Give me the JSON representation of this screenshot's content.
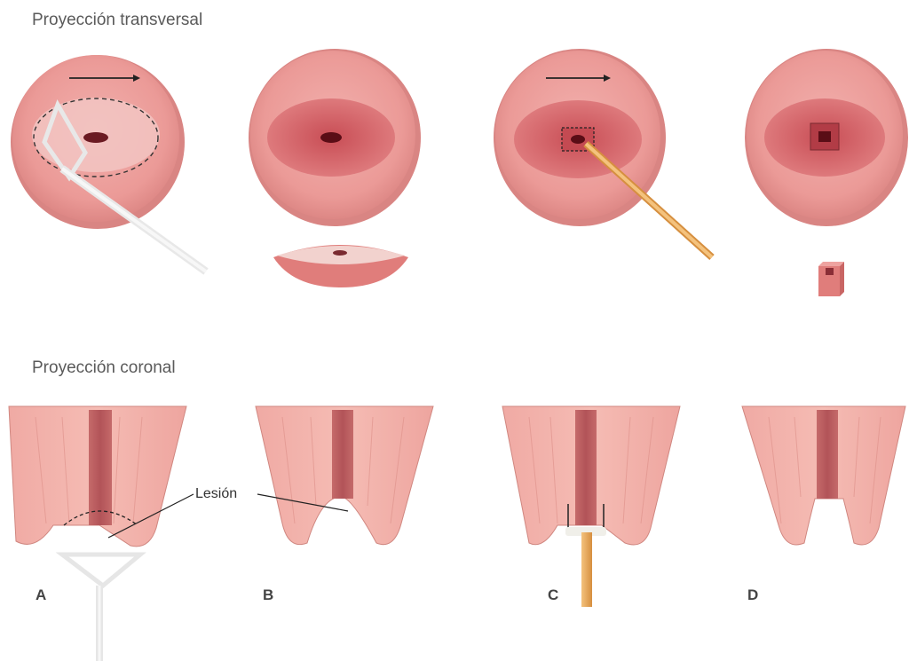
{
  "titles": {
    "transversal": "Proyección transversal",
    "coronal": "Proyección coronal"
  },
  "lesion_label": "Lesión",
  "panels": [
    "A",
    "B",
    "C",
    "D"
  ],
  "colors": {
    "tissue_light": "#f0a9a6",
    "tissue_mid": "#e07e7c",
    "tissue_dark": "#c9555a",
    "os": "#5a0d16",
    "loop": "#e6e6e6",
    "probe": "#e9a85a"
  }
}
